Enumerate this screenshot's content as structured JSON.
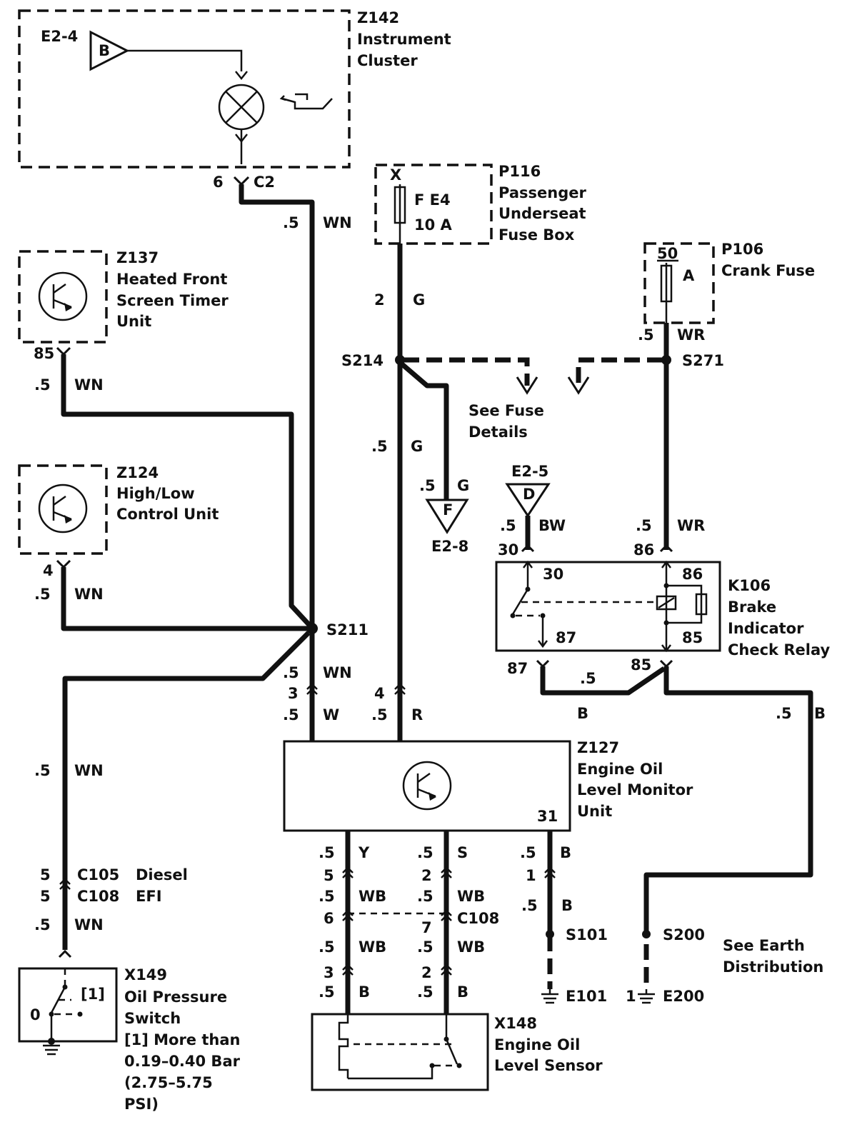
{
  "components": {
    "z142": {
      "id": "Z142",
      "name_lines": [
        "Instrument",
        "Cluster"
      ],
      "ref": "E2-4",
      "tag": "B"
    },
    "p116": {
      "id": "P116",
      "name_lines": [
        "Passenger",
        "Underseat",
        "Fuse Box"
      ],
      "pin": "X",
      "fuse": "F E4",
      "rating": "10 A"
    },
    "p106": {
      "id": "P106",
      "name_lines": [
        "Crank Fuse"
      ],
      "pin": "50",
      "fuse": "A"
    },
    "z137": {
      "id": "Z137",
      "name_lines": [
        "Heated Front",
        "Screen Timer",
        "Unit"
      ],
      "pin": "85"
    },
    "z124": {
      "id": "Z124",
      "name_lines": [
        "High/Low",
        "Control Unit"
      ],
      "pin": "4"
    },
    "k106": {
      "id": "K106",
      "name_lines": [
        "Brake",
        "Indicator",
        "Check Relay"
      ],
      "p30": "30",
      "p86": "86",
      "p87": "87",
      "p85": "85"
    },
    "z127": {
      "id": "Z127",
      "name_lines": [
        "Engine Oil",
        "Level Monitor",
        "Unit"
      ],
      "pin31": "31"
    },
    "x149": {
      "id": "X149",
      "name_lines": [
        "Oil Pressure",
        "Switch"
      ],
      "note_lines": [
        "[1]  More than",
        "0.19–0.40 Bar",
        "(2.75–5.75",
        "PSI)"
      ],
      "tag": "[1]",
      "zero": "0"
    },
    "x148": {
      "id": "X148",
      "name_lines": [
        "Engine Oil",
        "Level Sensor"
      ]
    }
  },
  "refs": {
    "e2_8": {
      "label": "E2-8",
      "tag": "F"
    },
    "e2_5": {
      "label": "E2-5",
      "tag": "D"
    },
    "fuse_details": [
      "See Fuse",
      "Details"
    ],
    "earth_dist": [
      "See Earth",
      "Distribution"
    ]
  },
  "splices": {
    "s214": "S214",
    "s271": "S271",
    "s211": "S211",
    "s101": "S101",
    "s200": "S200"
  },
  "grounds": {
    "e101": "E101",
    "e200": "E200",
    "e200_pin": "1"
  },
  "connectors": {
    "c2": {
      "pin": "6",
      "name": "C2"
    },
    "c105": {
      "pin": "5",
      "name": "C105",
      "desc": "Diesel"
    },
    "c108a": {
      "pin": "5",
      "name": "C108",
      "desc": "EFI"
    },
    "c108": "C108"
  },
  "wire_labels": {
    "z142_out": {
      "size": ".5",
      "color": "WN"
    },
    "p116_out": {
      "pin": "2",
      "color": "G"
    },
    "p106_out": {
      "size": ".5",
      "color": "WR"
    },
    "z137_out": {
      "size": ".5",
      "color": "WN"
    },
    "s214_g": {
      "size": ".5",
      "color": "G"
    },
    "f_g": {
      "size": ".5",
      "color": "G"
    },
    "bw": {
      "size": ".5",
      "color": "BW",
      "pin": "30"
    },
    "wr2": {
      "size": ".5",
      "color": "WR",
      "pin": "86"
    },
    "z124_out": {
      "size": ".5",
      "color": "WN"
    },
    "s211_wn": {
      "size": ".5",
      "color": "WN"
    },
    "pin3": "3",
    "w": {
      "size": ".5",
      "color": "W"
    },
    "pin4": "4",
    "r": {
      "size": ".5",
      "color": "R"
    },
    "relay_87": "87",
    "relay_85": "85",
    "relay_b_size": ".5",
    "relay_b_color": "B",
    "earth_b": {
      "size": ".5",
      "color": "B"
    },
    "x149_wn_top": {
      "size": ".5",
      "color": "WN"
    },
    "x149_wn_bot": {
      "size": ".5",
      "color": "WN"
    },
    "y": {
      "size": ".5",
      "color": "Y"
    },
    "s": {
      "size": ".5",
      "color": "S"
    },
    "b31": {
      "size": ".5",
      "color": "B"
    },
    "left_pin5": "5",
    "wb1": {
      "size": ".5",
      "color": "WB"
    },
    "mid_pin2": "2",
    "wb2": {
      "size": ".5",
      "color": "WB"
    },
    "b_pin1": "1",
    "b_s101": {
      "size": ".5",
      "color": "B"
    },
    "pin6": "6",
    "pin7": "7",
    "wb3": {
      "size": ".5",
      "color": "WB"
    },
    "wb4": {
      "size": ".5",
      "color": "WB"
    },
    "pin3b": "3",
    "pin2b": "2",
    "b_left": {
      "size": ".5",
      "color": "B"
    },
    "b_mid": {
      "size": ".5",
      "color": "B"
    }
  }
}
